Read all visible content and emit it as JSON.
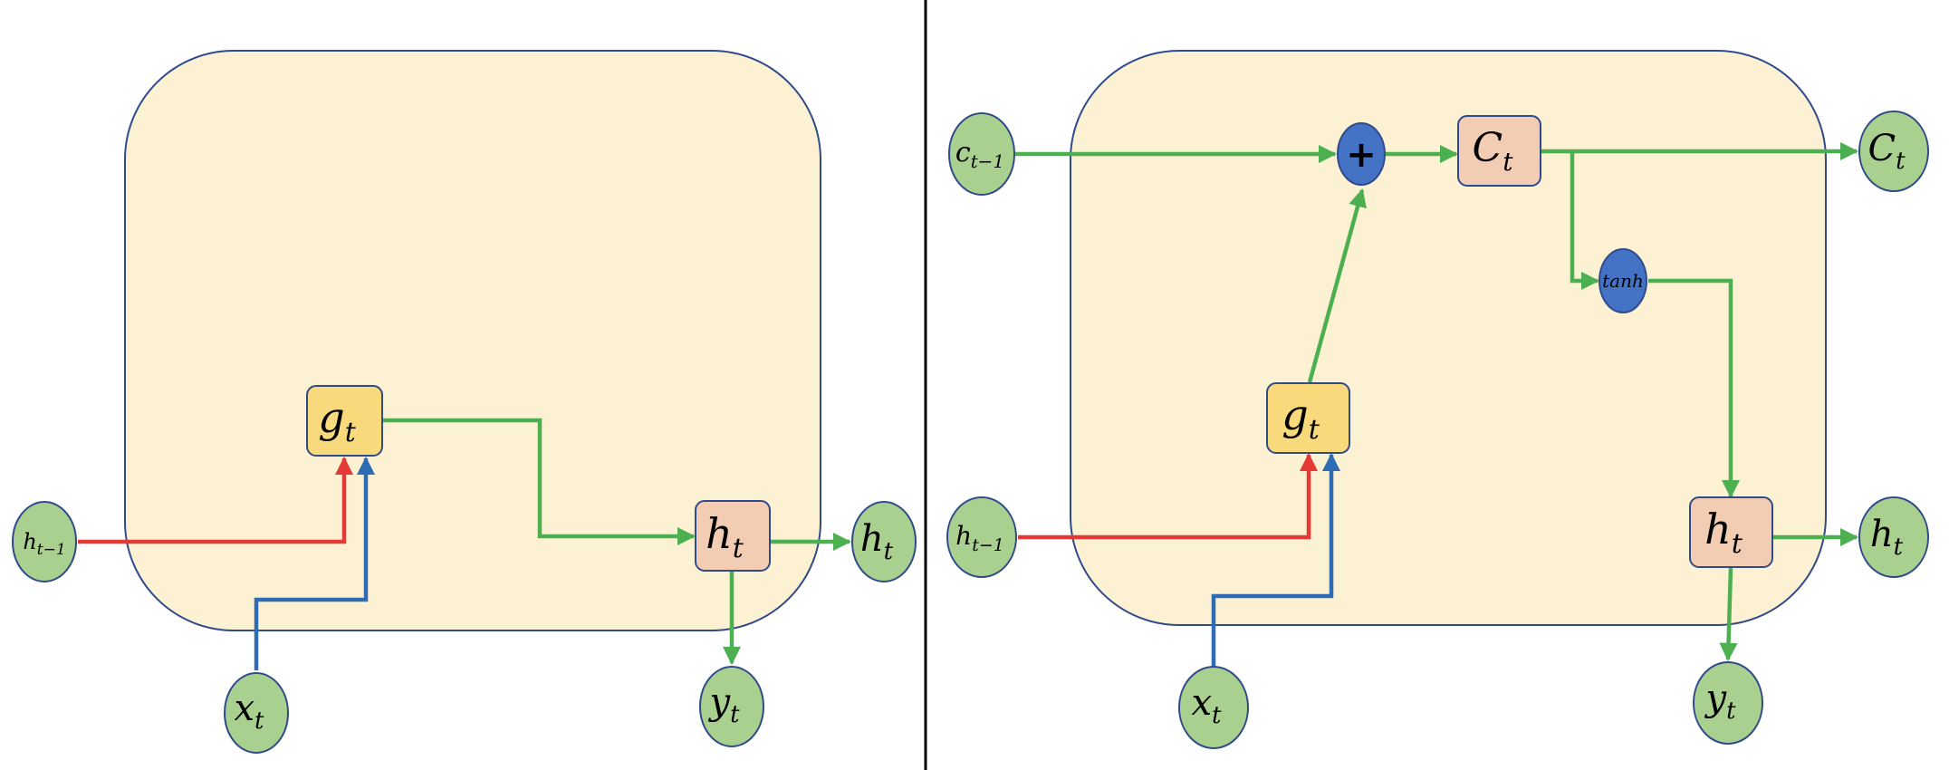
{
  "colors": {
    "cell_fill": "#FCF1D2",
    "cell_border": "#2F4B8C",
    "gate_fill": "#F8DA7C",
    "state_fill": "#F3CDB3",
    "io_fill": "#A9D08E",
    "op_fill": "#4472C4",
    "arrow_green": "#4CAF50",
    "arrow_red": "#E53935",
    "arrow_blue": "#2E6DB4",
    "divider": "#000000"
  },
  "rnn": {
    "h_prev": {
      "main": "h",
      "sub": "t−1"
    },
    "x": {
      "main": "x",
      "sub": "t"
    },
    "g": {
      "main": "g",
      "sub": "t"
    },
    "h": {
      "main": "h",
      "sub": "t"
    },
    "h_out": {
      "main": "h",
      "sub": "t"
    },
    "y": {
      "main": "y",
      "sub": "t"
    }
  },
  "lstm": {
    "c_prev": {
      "main": "c",
      "sub": "t−1"
    },
    "plus": "+",
    "c": {
      "main": "C",
      "sub": "t"
    },
    "c_out": {
      "main": "C",
      "sub": "t"
    },
    "tanh": "tanh",
    "g": {
      "main": "g",
      "sub": "t"
    },
    "h_prev": {
      "main": "h",
      "sub": "t−1"
    },
    "x": {
      "main": "x",
      "sub": "t"
    },
    "h": {
      "main": "h",
      "sub": "t"
    },
    "h_out": {
      "main": "h",
      "sub": "t"
    },
    "y": {
      "main": "y",
      "sub": "t"
    }
  }
}
